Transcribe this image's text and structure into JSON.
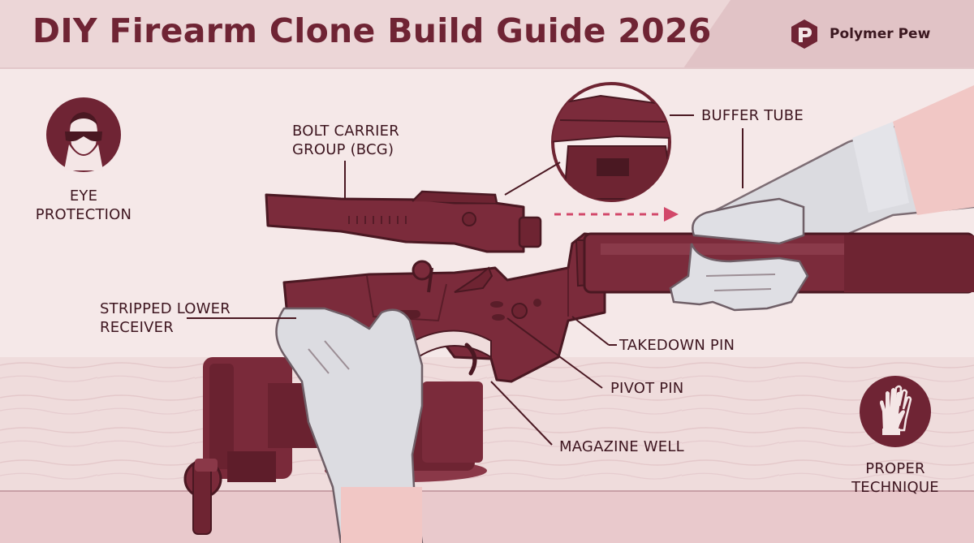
{
  "header": {
    "title": "DIY Firearm Clone Build Guide 2026",
    "brand_name": "Polymer Pew",
    "brand_icon": "polymer-pew-logo-icon"
  },
  "colors": {
    "maroon": "#7a2a3a",
    "maroon_dark": "#4a1822",
    "background": "#f4e6e6",
    "glove": "#d8d8dc",
    "accent_arrow": "#d2486a"
  },
  "badges": {
    "eye_protection": {
      "icon": "safety-goggles-icon",
      "line1": "EYE",
      "line2": "PROTECTION"
    },
    "proper_technique": {
      "icon": "gloves-icon",
      "line1": "PROPER",
      "line2": "TECHNIQUE"
    }
  },
  "callouts": {
    "bcg": {
      "line1": "BOLT CARRIER",
      "line2": "GROUP (BCG)"
    },
    "buffer_tube": "BUFFER TUBE",
    "lower_receiver": {
      "line1": "STRIPPED LOWER",
      "line2": "RECEIVER"
    },
    "takedown_pin": "TAKEDOWN PIN",
    "pivot_pin": "PIVOT PIN",
    "magazine_well": "MAGAZINE WELL"
  }
}
